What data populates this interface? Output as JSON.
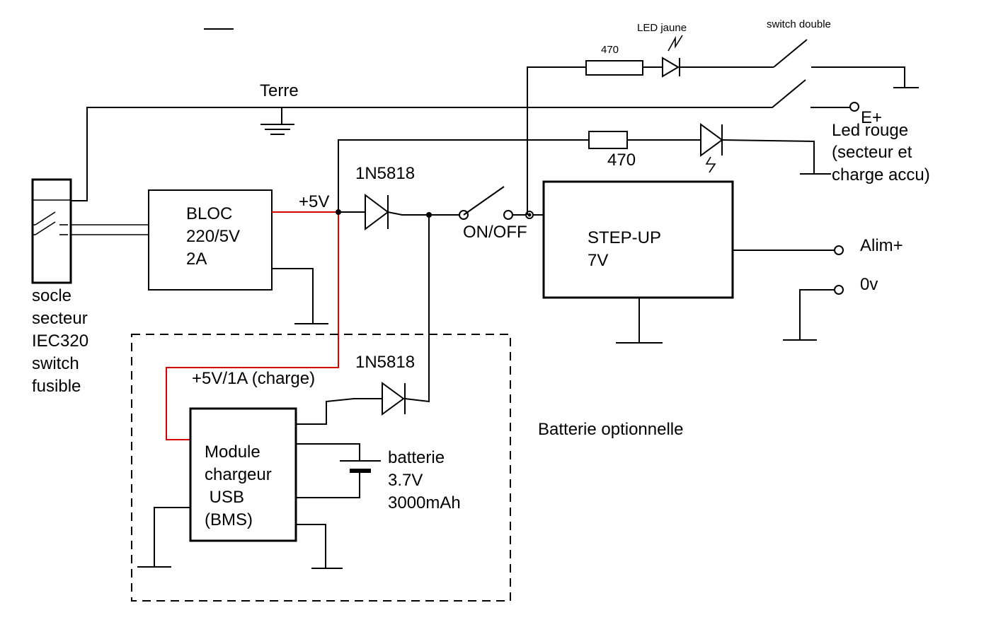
{
  "labels": {
    "led_jaune": "LED jaune",
    "switch_double": "switch double",
    "r1": "470",
    "terre": "Terre",
    "e_plus": "E+",
    "led_rouge_1": "Led rouge",
    "led_rouge_2": "(secteur et",
    "led_rouge_3": "charge accu)",
    "r2": "470",
    "diode_top": "1N5818",
    "plus5v": "+5V",
    "on_off": "ON/OFF",
    "bloc_1": "BLOC",
    "bloc_2": "220/5V",
    "bloc_3": "2A",
    "stepup_1": "STEP-UP",
    "stepup_2": "7V",
    "alim_plus": "Alim+",
    "zero_v": "0v",
    "socle_1": "socle",
    "socle_2": "secteur",
    "socle_3": "IEC320",
    "socle_4": "switch",
    "socle_5": "fusible",
    "diode_bottom": "1N5818",
    "charge": "+5V/1A (charge)",
    "module_1": "Module",
    "module_2": "chargeur",
    "module_3": " USB",
    "module_4": "(BMS)",
    "battery_1": "batterie",
    "battery_2": "3.7V",
    "battery_3": "3000mAh",
    "batterie_opt": "Batterie optionnelle"
  },
  "colors": {
    "wire": "#000000",
    "charge_line": "#d40000"
  }
}
